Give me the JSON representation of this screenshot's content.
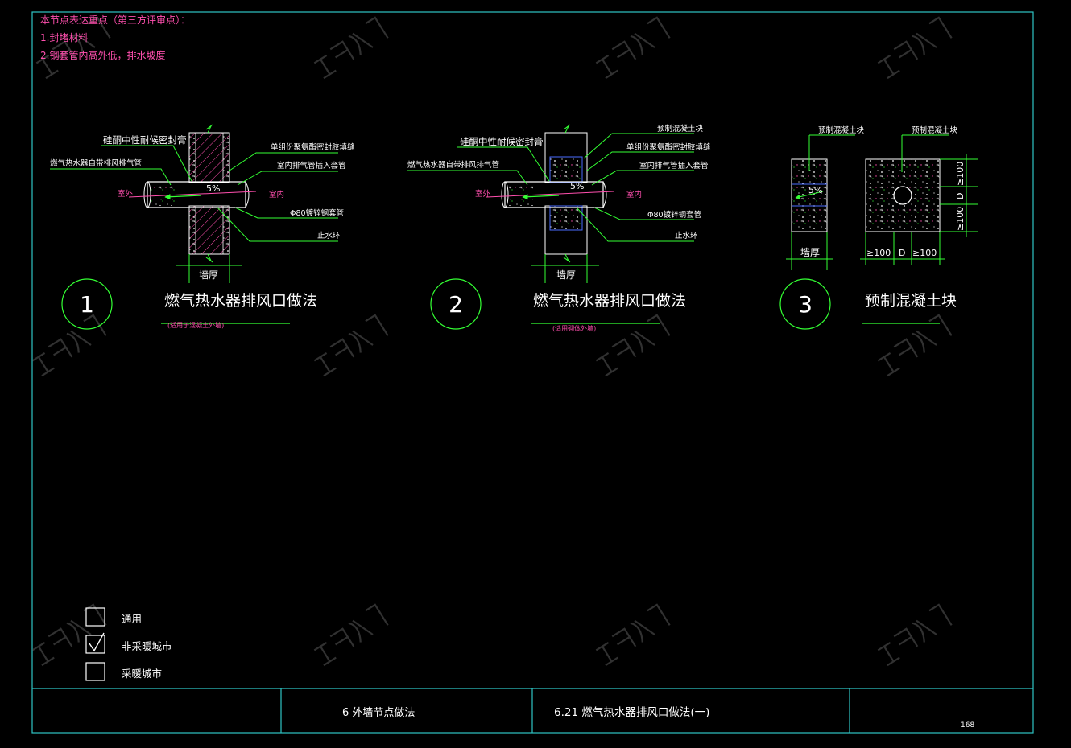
{
  "notes": {
    "heading": "本节点表达重点（第三方评审点）：",
    "item1": "1.封堵材料",
    "item2": "2.钢套管内高外低，排水坡度"
  },
  "detail1": {
    "number": "1",
    "title": "燃气热水器排风口做法",
    "subtitle": "(适用于混凝土外墙)",
    "label_sealant": "硅酮中性耐候密封膏",
    "label_pipe": "燃气热水器自带排风排气管",
    "label_foam": "单组份聚氨酯密封胶填缝",
    "label_inner_pipe": "室内排气管插入套管",
    "label_sleeve": "Φ80镀锌钢套管",
    "label_waterstop": "止水环",
    "label_outdoor": "室外",
    "label_indoor": "室内",
    "slope": "5%",
    "dim_wall": "墙厚"
  },
  "detail2": {
    "number": "2",
    "title": "燃气热水器排风口做法",
    "subtitle": "(适用砌体外墙)",
    "label_sealant": "硅酮中性耐候密封膏",
    "label_pipe": "燃气热水器自带排风排气管",
    "label_block": "预制混凝土块",
    "label_foam": "单组份聚氨酯密封胶填缝",
    "label_inner_pipe": "室内排气管插入套管",
    "label_sleeve": "Φ80镀锌钢套管",
    "label_waterstop": "止水环",
    "label_outdoor": "室外",
    "label_indoor": "室内",
    "slope": "5%",
    "dim_wall": "墙厚"
  },
  "detail3": {
    "number": "3",
    "title": "预制混凝土块",
    "label_block_left": "预制混凝土块",
    "label_block_right": "预制混凝土块",
    "slope": "5%",
    "dim_wall": "墙厚",
    "dim_ge100_a": "≥100",
    "dim_d": "D",
    "dim_ge100_b": "≥100",
    "vdim_ge100_a": "≥100",
    "vdim_d": "D",
    "vdim_ge100_b": "≥100"
  },
  "legend": {
    "opt1": "通用",
    "opt2": "非采暖城市",
    "opt3": "采暖城市",
    "checked": "非采暖城市"
  },
  "titleblock": {
    "section": "6  外墙节点做法",
    "drawing": "6.21  燃气热水器排风口做法(一)",
    "page": "168"
  },
  "colors": {
    "frame": "#2ec4c4",
    "wall": "#ffffff",
    "leader": "#33ff33",
    "dim": "#33ff33",
    "pipe_axis": "#ff4fae",
    "note_text": "#ff4fae",
    "text": "#ffffff"
  }
}
